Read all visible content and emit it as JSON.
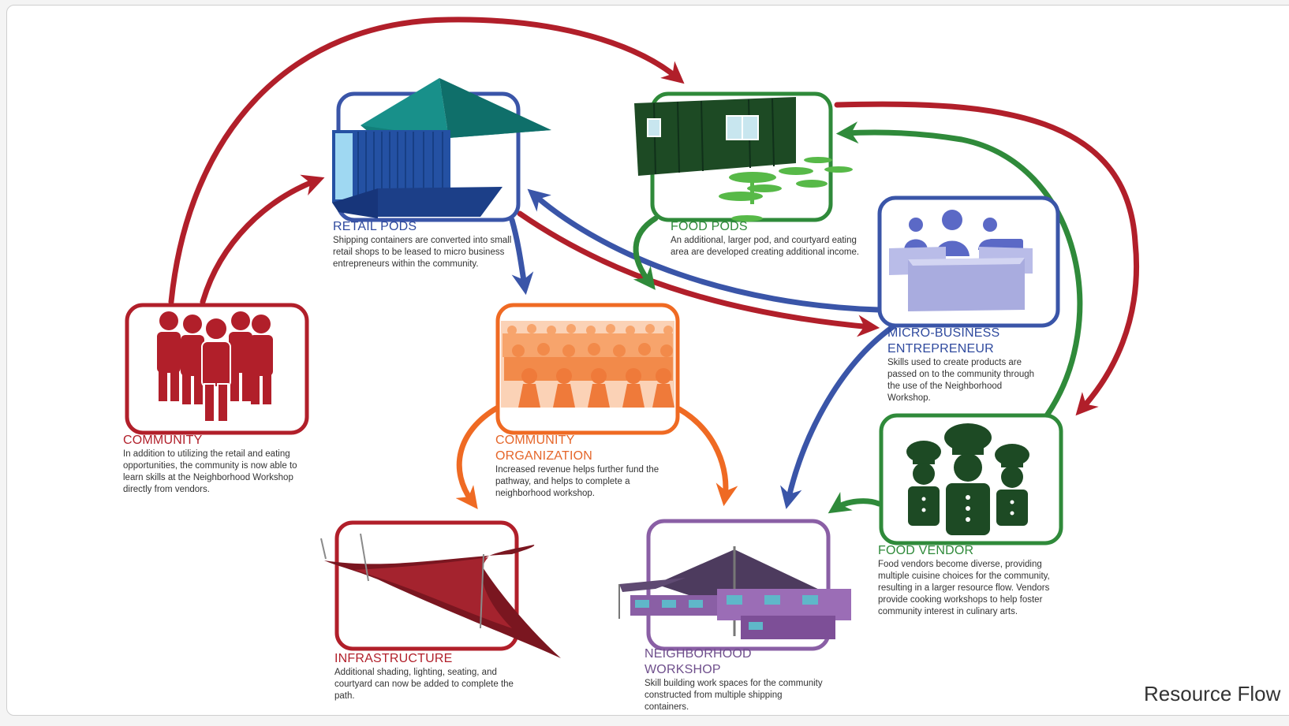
{
  "colors": {
    "red": "#b11f2a",
    "blue": "#3a55a8",
    "green": "#2f8a3a",
    "orange": "#ef6a23",
    "purple": "#8a5fa5",
    "dark_green": "#1d4a24"
  },
  "footer": "Resource Flow",
  "nodes": {
    "retail_pods": {
      "title": "RETAIL PODS",
      "desc": "Shipping containers are converted into small retail shops to be leased to micro business entrepreneurs within the community.",
      "icon": "shipping-container-shop-icon"
    },
    "food_pods": {
      "title": "FOOD PODS",
      "desc": "An additional, larger pod, and courtyard eating area are developed creating additional income.",
      "icon": "food-container-courtyard-icon"
    },
    "micro_business": {
      "title_line1": "MICRO-BUSINESS",
      "title_line2": "ENTREPRENEUR",
      "desc": "Skills used to create products are passed on to the community through the use of the Neighborhood Workshop.",
      "icon": "vendors-at-counters-icon"
    },
    "community": {
      "title": "COMMUNITY",
      "desc": "In addition to utilizing the retail and eating opportunities, the community is now able to learn skills at the Neighborhood Workshop directly from vendors.",
      "icon": "people-group-icon"
    },
    "community_org": {
      "title": "COMMUNITY ORGANIZATION",
      "desc": "Increased revenue helps further fund the pathway, and helps to complete a neighborhood workshop.",
      "icon": "crowd-icon"
    },
    "food_vendor": {
      "title": "FOOD VENDOR",
      "desc": "Food vendors become diverse, providing multiple cuisine choices for the community, resulting in a larger resource flow. Vendors provide cooking workshops to help foster community interest in culinary arts.",
      "icon": "chefs-icon"
    },
    "infrastructure": {
      "title": "INFRASTRUCTURE",
      "desc": "Additional shading, lighting, seating, and courtyard can now be added to complete the path.",
      "icon": "shade-canopy-icon"
    },
    "workshop": {
      "title": "NEIGHBORHOOD WORKSHOP",
      "desc": "Skill building work spaces for the community constructed from multiple shipping containers.",
      "icon": "container-workshop-icon"
    }
  }
}
